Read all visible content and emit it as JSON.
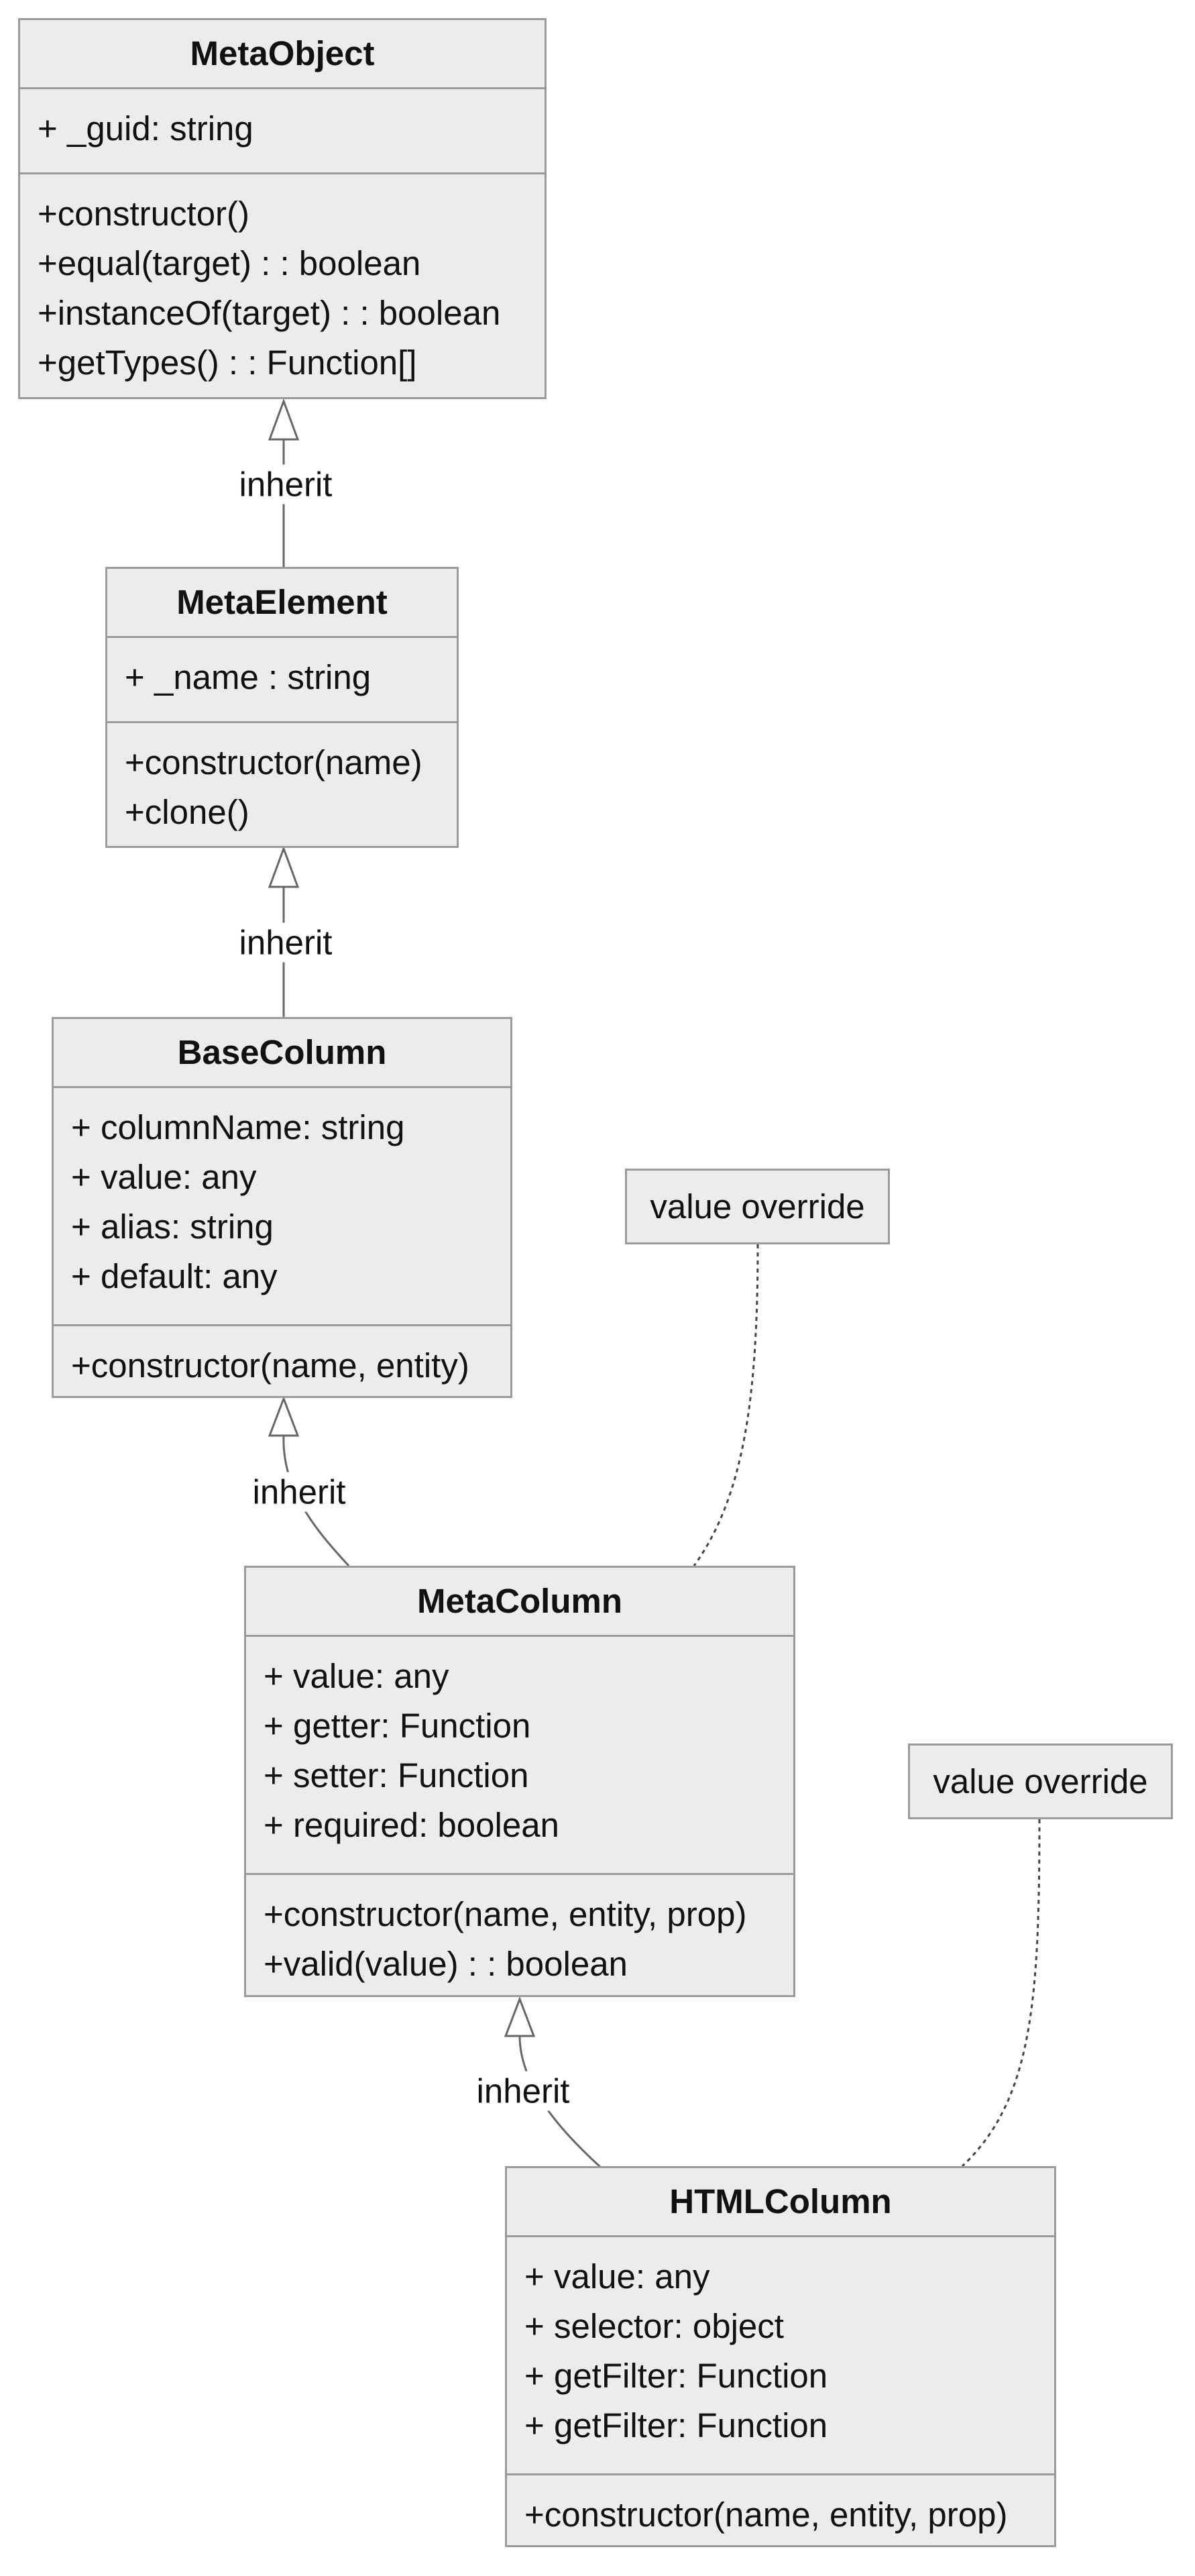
{
  "classes": {
    "metaobject": {
      "name": "MetaObject",
      "attributes": [
        "+ _guid: string"
      ],
      "methods": [
        "+constructor()",
        "+equal(target) : : boolean",
        "+instanceOf(target) : : boolean",
        "+getTypes() : : Function[]"
      ]
    },
    "metaelement": {
      "name": "MetaElement",
      "attributes": [
        "+ _name : string"
      ],
      "methods": [
        "+constructor(name)",
        "+clone()"
      ]
    },
    "basecolumn": {
      "name": "BaseColumn",
      "attributes": [
        "+ columnName: string",
        "+ value: any",
        "+ alias: string",
        "+ default: any"
      ],
      "methods": [
        "+constructor(name, entity)"
      ]
    },
    "metacolumn": {
      "name": "MetaColumn",
      "attributes": [
        "+ value: any",
        "+ getter: Function",
        "+ setter: Function",
        "+ required: boolean"
      ],
      "methods": [
        "+constructor(name, entity, prop)",
        "+valid(value) : : boolean"
      ]
    },
    "htmlcolumn": {
      "name": "HTMLColumn",
      "attributes": [
        "+ value: any",
        "+ selector: object",
        "+ getFilter: Function",
        "+ getFilter: Function"
      ],
      "methods": [
        "+constructor(name, entity, prop)"
      ]
    }
  },
  "relations": {
    "inherit_label": "inherit"
  },
  "notes": {
    "metacolumn_note": "value override",
    "htmlcolumn_note": "value override"
  },
  "colors": {
    "box_fill": "#ececec",
    "box_border": "#9a9a9a",
    "edge": "#666666"
  }
}
